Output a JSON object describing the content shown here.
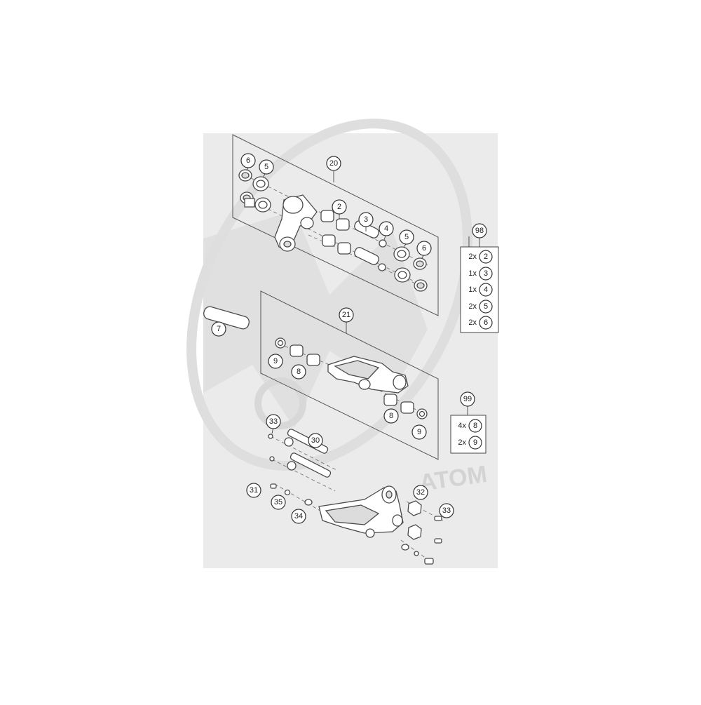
{
  "watermark": {
    "text": "ATOM",
    "color": "#d9d9d9"
  },
  "colors": {
    "background": "#ebebeb",
    "line": "#4a4a4a",
    "callout_fill": "#ffffff"
  },
  "callouts": {
    "c20": "20",
    "c6a": "6",
    "c5a": "5",
    "c2": "2",
    "c3": "3",
    "c4": "4",
    "c5b": "5",
    "c6b": "6",
    "c7": "7",
    "c21": "21",
    "c9a": "9",
    "c8a": "8",
    "c8b": "8",
    "c9b": "9",
    "c33a": "33",
    "c30": "30",
    "c31": "31",
    "c35": "35",
    "c34": "34",
    "c32": "32",
    "c33b": "33"
  },
  "kits": [
    {
      "id": "98",
      "rows": [
        {
          "qty": "2x",
          "ref": "2"
        },
        {
          "qty": "1x",
          "ref": "3"
        },
        {
          "qty": "1x",
          "ref": "4"
        },
        {
          "qty": "2x",
          "ref": "5"
        },
        {
          "qty": "2x",
          "ref": "6"
        }
      ]
    },
    {
      "id": "99",
      "rows": [
        {
          "qty": "4x",
          "ref": "8"
        },
        {
          "qty": "2x",
          "ref": "9"
        }
      ]
    }
  ]
}
